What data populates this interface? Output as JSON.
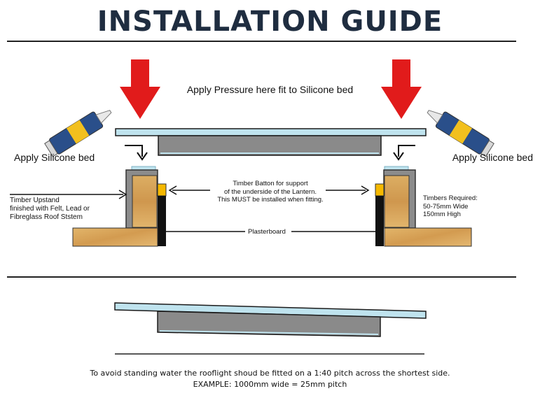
{
  "title": "INSTALLATION GUIDE",
  "labels": {
    "pressure": "Apply Pressure here fit to Silicone bed",
    "silicone_left": "Apply Silicone bed",
    "silicone_right": "Apply Silicone bed",
    "timber_upstand": [
      "Timber Upstand",
      "finished with Felt, Lead or",
      "Fibreglass Roof Ststem"
    ],
    "timber_batton": [
      "Timber Batton for support",
      "of the underside of the Lantern.",
      "This MUST be installed when fitting."
    ],
    "timbers_required": [
      "Timbers Required:",
      "50-75mm Wide",
      "150mm High"
    ],
    "plasterboard": "Plasterboard"
  },
  "footer": {
    "line1": "To avoid standing water the rooflight shoud be fitted on a 1:40 pitch across the shortest side.",
    "line2": "EXAMPLE: 1000mm wide = 25mm pitch"
  },
  "colors": {
    "title": "#1f2d40",
    "arrow_red": "#e11b1b",
    "glass": "#bfe3ee",
    "frame_grey": "#8a8a8a",
    "timber": "#d9a85c",
    "upstand_grey": "#8c8c8c",
    "batton_yellow": "#f5b800",
    "plasterboard_black": "#111111"
  },
  "icons": [
    "down-arrow-icon",
    "silicone-tube-icon",
    "pointer-arrow-icon"
  ]
}
